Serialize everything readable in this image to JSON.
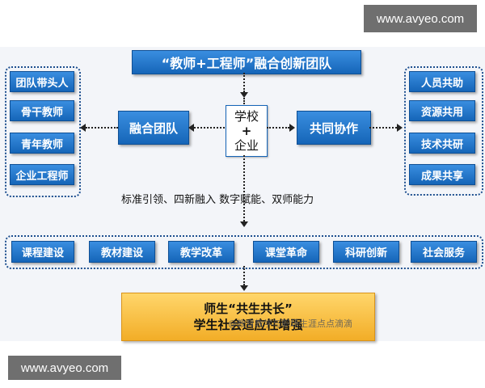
{
  "watermark": {
    "top": "www.avyeo.com",
    "bottom": "www.avyeo.com"
  },
  "diagram": {
    "title": "“教师+工程师”融合创新团队",
    "left_group": [
      "团队带头人",
      "骨干教师",
      "青年教师",
      "企业工程师"
    ],
    "center_left": "融合团队",
    "center": {
      "line1": "学校",
      "line2": "+",
      "line3": "企业"
    },
    "center_right": "共同协作",
    "right_group": [
      "人员共助",
      "资源共用",
      "技术共研",
      "成果共享"
    ],
    "middle_text": "标准引领、四新融入  数字赋能、双师能力",
    "bottom_row": [
      "课程建设",
      "教材建设",
      "教学改革",
      "课堂革命",
      "科研创新",
      "社会服务"
    ],
    "result": {
      "line1": "师生“共生共长”",
      "line2": "学生社会适应性增强"
    },
    "overlay_text": "@教育教学与职场生涯点点滴滴"
  }
}
